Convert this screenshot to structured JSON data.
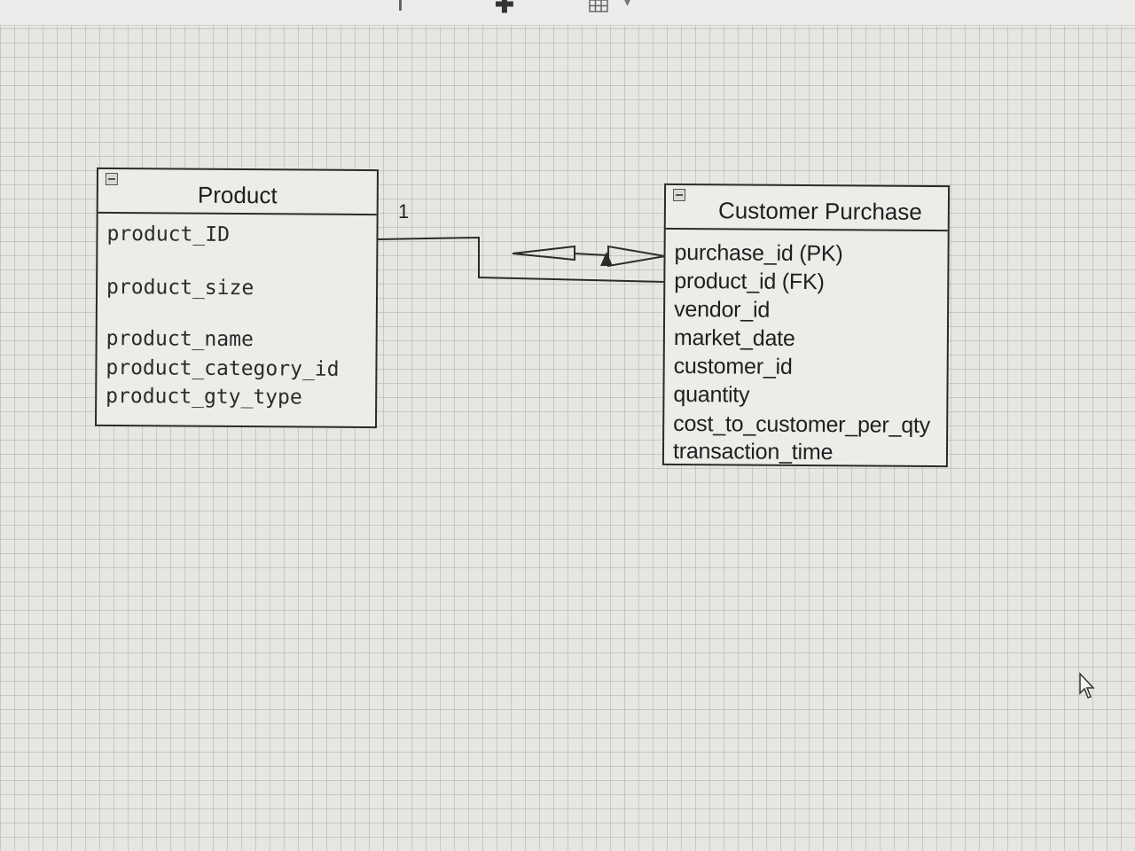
{
  "product_table": {
    "title": "Product",
    "fields": [
      "product_ID",
      "product_size",
      "product_name",
      "product_category_id",
      "product_gty_type"
    ]
  },
  "purchase_table": {
    "title": "Customer Purchase",
    "fields": [
      "purchase_id (PK)",
      "product_id (FK)",
      "vendor_id",
      "market_date",
      "customer_id",
      "quantity",
      "cost_to_customer_per_qty",
      "transaction_time"
    ]
  },
  "relationship": {
    "cardinality_label": "1"
  },
  "icons": {
    "toolbar": [
      "add-icon",
      "grid-icon",
      "dropdown-caret-icon"
    ],
    "table_header": "collapse-icon",
    "pointer": "mouse-cursor-icon"
  },
  "colors": {
    "canvas": "#e6e6e3",
    "grid_line": "#a8a8a8",
    "border": "#2a2a2a",
    "text": "#1f1f1f"
  }
}
